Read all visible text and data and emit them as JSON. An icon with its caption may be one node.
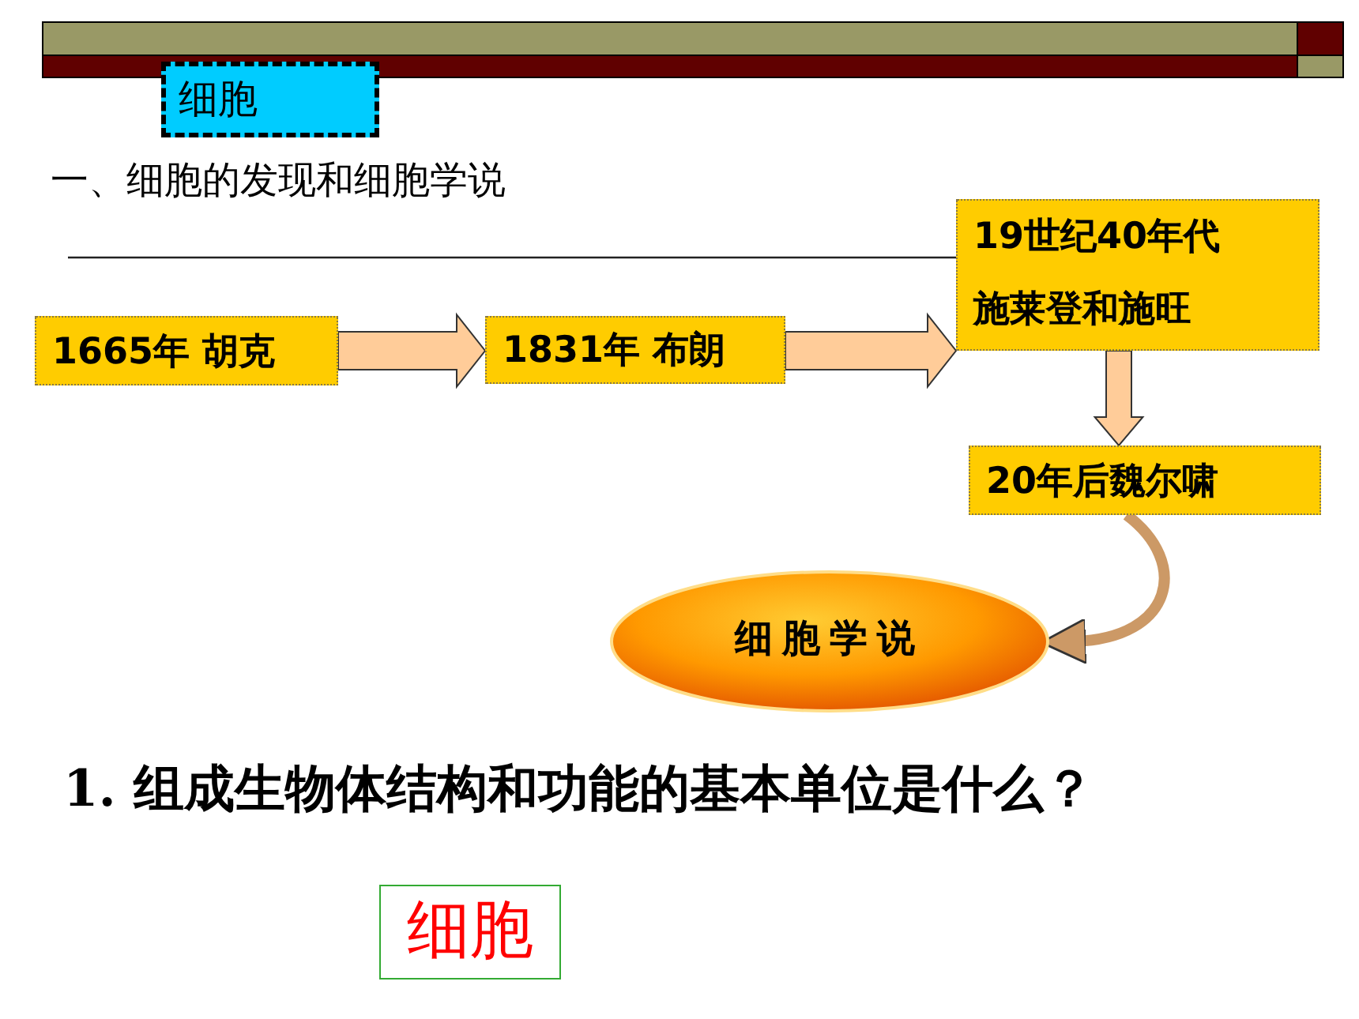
{
  "diagram": {
    "nodes": [
      {
        "text": [
          "细胞"
        ]
      },
      {
        "text": [
          "1665年 胡克"
        ]
      },
      {
        "text": [
          "1831年 布朗"
        ]
      },
      {
        "text": [
          "19世纪40年代施莱登和施旺"
        ]
      },
      {
        "text": [
          "20年后魏尔啸"
        ]
      },
      {
        "text": [
          "细胞学说"
        ]
      },
      {
        "text": [
          "细胞"
        ]
      }
    ],
    "edges": [
      {
        "from": 1,
        "to": 2,
        "arrow": "to"
      },
      {
        "from": 2,
        "to": 3,
        "arrow": "to"
      },
      {
        "from": 3,
        "to": 4,
        "arrow": "to"
      },
      {
        "from": 4,
        "to": 5,
        "arrow": "to"
      }
    ],
    "labels": [
      "一、细胞的发现和细胞学说",
      "1. 组成生物体结构和功能的基本单位是什么？"
    ]
  }
}
